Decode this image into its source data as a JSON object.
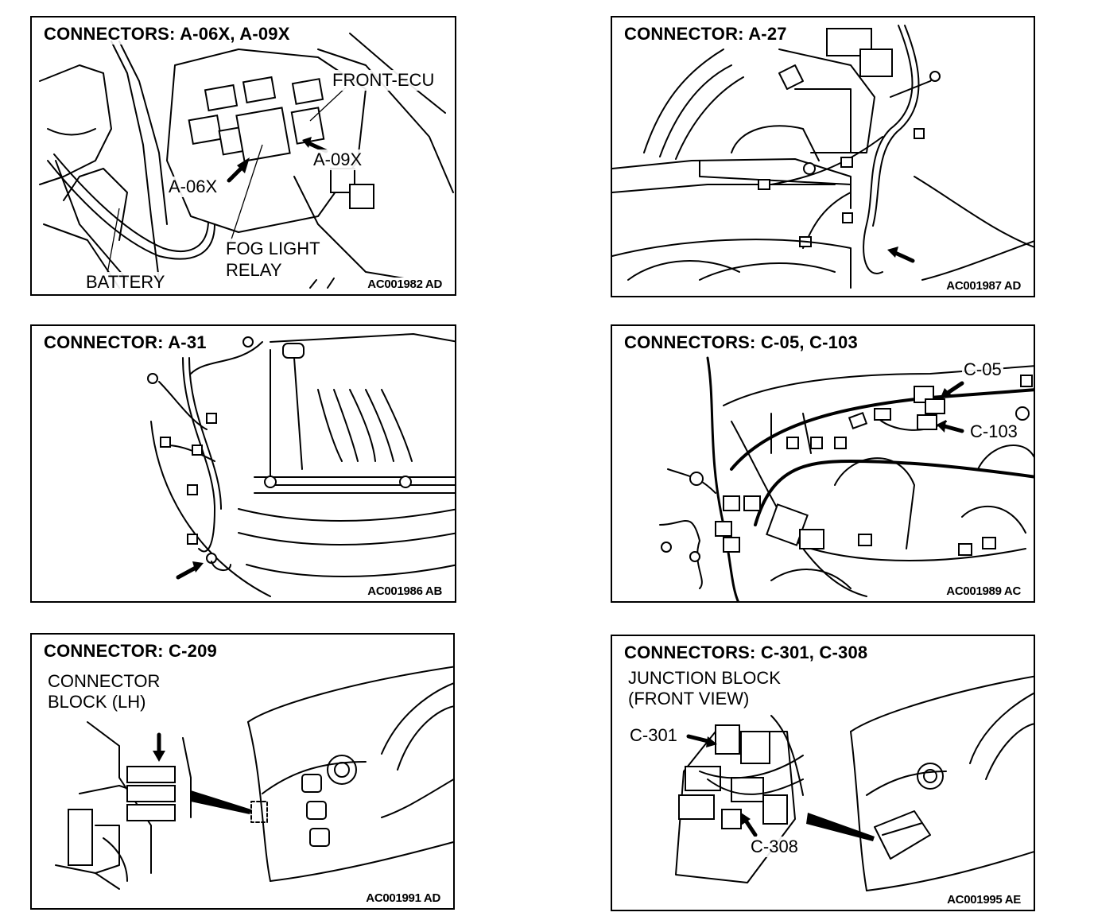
{
  "panels": [
    {
      "id": "p1",
      "title": "CONNECTORS: A-06X, A-09X",
      "code": "AC001982 AD",
      "labels": [
        "FRONT-ECU",
        "A-09X",
        "A-06X",
        "FOG LIGHT",
        "RELAY",
        "BATTERY"
      ]
    },
    {
      "id": "p2",
      "title": "CONNECTOR: A-27",
      "code": "AC001987 AD",
      "labels": []
    },
    {
      "id": "p3",
      "title": "CONNECTOR: A-31",
      "code": "AC001986 AB",
      "labels": []
    },
    {
      "id": "p4",
      "title": "CONNECTORS: C-05, C-103",
      "code": "AC001989 AC",
      "labels": [
        "C-05",
        "C-103"
      ]
    },
    {
      "id": "p5",
      "title": "CONNECTOR: C-209",
      "code": "AC001991 AD",
      "labels": [
        "CONNECTOR",
        "BLOCK (LH)"
      ]
    },
    {
      "id": "p6",
      "title": "CONNECTORS: C-301, C-308",
      "code": "AC001995 AE",
      "labels": [
        "JUNCTION BLOCK",
        "(FRONT VIEW)",
        "C-301",
        "C-308"
      ]
    }
  ],
  "colors": {
    "ink": "#000000",
    "paper": "#ffffff"
  }
}
